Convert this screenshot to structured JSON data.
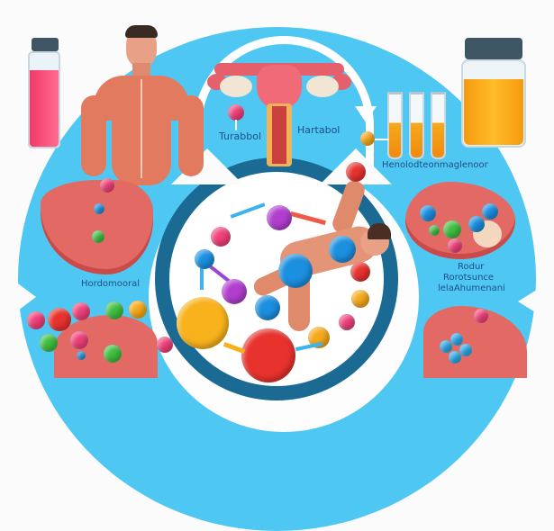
{
  "illustration": {
    "colors": {
      "background": "#fbfbfb",
      "cycle_blue": "#4ec7f2",
      "cycle_dark": "#1a6a93",
      "arrow_white": "#ffffff",
      "muscle": "#e0705a",
      "organ": "#e86a66",
      "label_text": "#1f4f86"
    },
    "labels": {
      "top_left": "Turabbol",
      "top_right": "Hartabol",
      "right_upper": "Henolodteonmaglenoor",
      "right_lower_1": "Rodur",
      "right_lower_2": "Rorotsunce",
      "right_lower_3": "lelaAhumenani",
      "left_middle": "Hordomooral"
    },
    "elements": [
      "pink-vial-icon",
      "muscular-man-figure",
      "uterus-diagram",
      "test-tubes-icon",
      "orange-jar-icon",
      "liver-organ-left",
      "liver-organ-right",
      "molecule-chain-center",
      "exercising-figure",
      "liver-organ-bottom-left",
      "liver-organ-bottom-right"
    ]
  }
}
